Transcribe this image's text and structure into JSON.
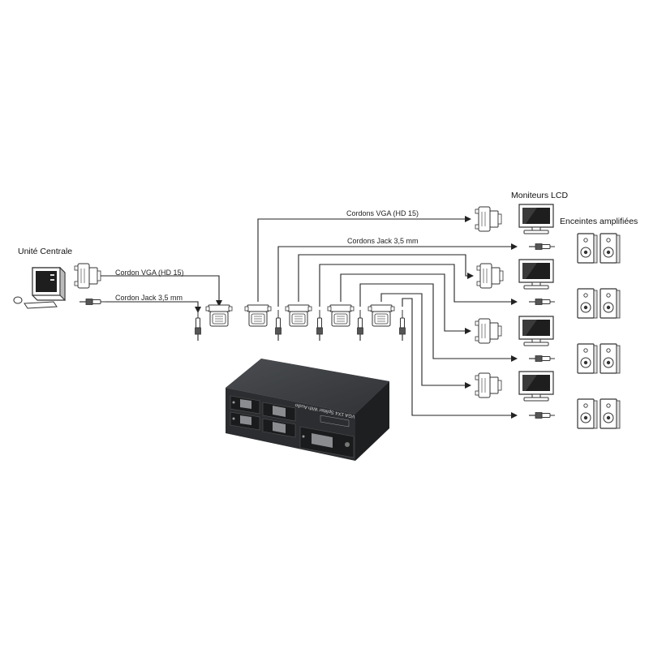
{
  "labels": {
    "computer": "Unité Centrale",
    "monitors": "Moniteurs LCD",
    "speakers": "Enceintes amplifiées",
    "vga_cable_input": "Cordon VGA (HD 15)",
    "jack_cable_input": "Cordon Jack 3,5 mm",
    "vga_cables_output": "Cordons VGA (HD 15)",
    "jack_cables_output": "Cordons Jack 3,5 mm"
  },
  "device": {
    "model_text": "VGA 1X4 Splitter With Audio"
  },
  "colors": {
    "line": "#222222",
    "device_body": "#2e3033",
    "device_front": "#26282b",
    "outline": "#333333"
  }
}
